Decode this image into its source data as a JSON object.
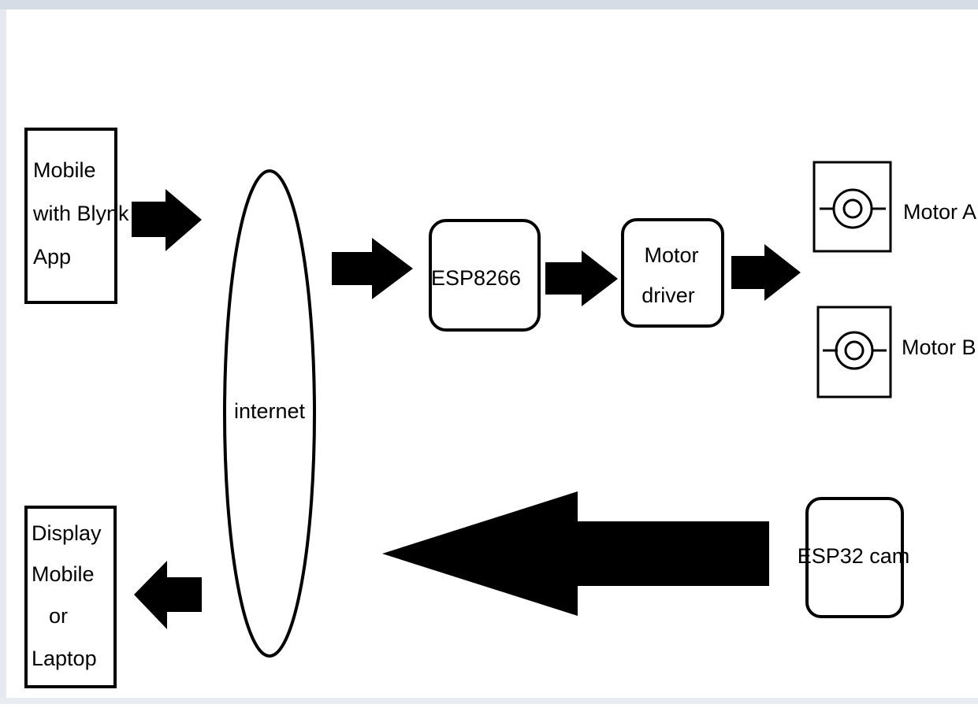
{
  "diagram": {
    "nodes": {
      "mobile_blynk": {
        "lines": [
          "Mobile",
          "with Blynk",
          "App"
        ]
      },
      "internet": {
        "label": "internet"
      },
      "esp8266": {
        "label": "ESP8266"
      },
      "motor_driver": {
        "lines": [
          "Motor",
          "driver"
        ]
      },
      "motor_a": {
        "label": "Motor A"
      },
      "motor_b": {
        "label": "Motor B"
      },
      "esp32_cam": {
        "label": "ESP32 cam"
      },
      "display": {
        "lines": [
          "Display",
          "Mobile",
          "or",
          "Laptop"
        ]
      }
    },
    "edges": [
      {
        "from": "Mobile with Blynk App",
        "to": "internet"
      },
      {
        "from": "internet",
        "to": "ESP8266"
      },
      {
        "from": "ESP8266",
        "to": "Motor driver"
      },
      {
        "from": "Motor driver",
        "to": "Motor A / Motor B"
      },
      {
        "from": "ESP32 cam",
        "to": "internet"
      },
      {
        "from": "internet",
        "to": "Display Mobile or Laptop"
      }
    ],
    "colors": {
      "line": "#000000",
      "frame": "#d6dce6",
      "background": "#ffffff"
    },
    "icons": [
      "motor-symbol-icon"
    ]
  }
}
